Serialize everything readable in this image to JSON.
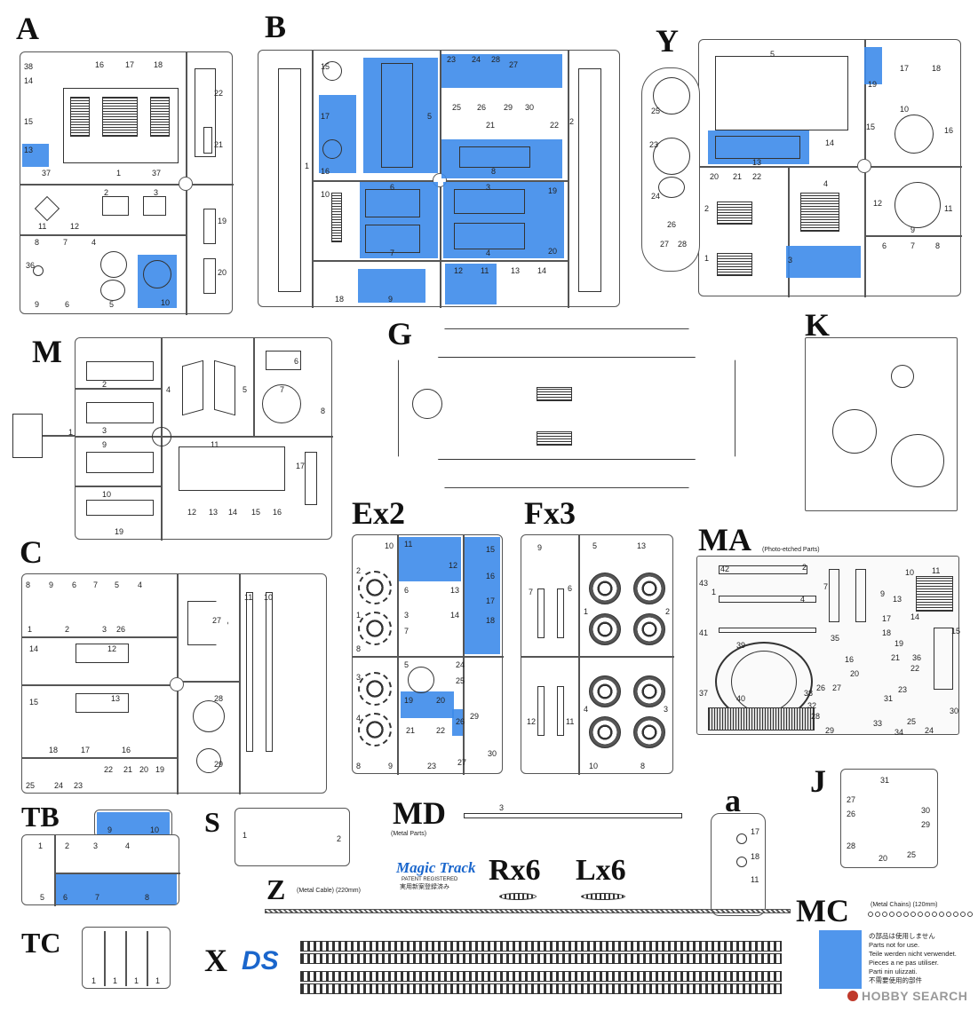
{
  "labels": {
    "A": "A",
    "B": "B",
    "Y": "Y",
    "M": "M",
    "G": "G",
    "K": "K",
    "C": "C",
    "Ex2": "Ex2",
    "Fx3": "Fx3",
    "MA": "MA",
    "TB": "TB",
    "S": "S",
    "MD": "MD",
    "a": "a",
    "J": "J",
    "Z": "Z",
    "Rx6": "Rx6",
    "Lx6": "Lx6",
    "MC": "MC",
    "TC": "TC",
    "X": "X"
  },
  "sublabels": {
    "MA": "(Photo-etched Parts)",
    "MD": "(Metal Parts)",
    "Z": "(Metal Cable) (220mm)",
    "MC": "(Metal Chains) (120mm)"
  },
  "logos": {
    "magic_track": "Magic Track",
    "magic_track_sub1": "PATENT REGISTERED",
    "magic_track_sub2": "実用新案登録済み",
    "ds": "DS",
    "watermark": "HOBBY SEARCH"
  },
  "legend": {
    "lines": [
      "の部品は使用しません",
      "Parts not for use.",
      "Teile werden nicht verwendet.",
      "Pieces a ne pas utiliser.",
      "Parti nin ulizzati.",
      "不需要使用的部件"
    ],
    "color": "#3d8bea"
  },
  "part_numbers": {
    "A": [
      "38",
      "14",
      "16",
      "17",
      "18",
      "22",
      "15",
      "21",
      "13",
      "37",
      "1",
      "37",
      "2",
      "3",
      "11",
      "12",
      "19",
      "8",
      "7",
      "4",
      "36",
      "20",
      "9",
      "6",
      "5",
      "10"
    ],
    "B": [
      "15",
      "17",
      "16",
      "5",
      "23",
      "24",
      "28",
      "27",
      "25",
      "26",
      "29",
      "30",
      "21",
      "22",
      "8",
      "1",
      "2",
      "10",
      "6",
      "7",
      "3",
      "19",
      "4",
      "20",
      "9",
      "18",
      "12",
      "11",
      "13",
      "14"
    ],
    "Y": [
      "25",
      "23",
      "24",
      "5",
      "19",
      "17",
      "18",
      "10",
      "15",
      "16",
      "13",
      "14",
      "20",
      "21",
      "22",
      "2",
      "4",
      "12",
      "11",
      "9",
      "1",
      "26",
      "27",
      "28",
      "3",
      "6",
      "7",
      "8"
    ],
    "M": [
      "2",
      "4",
      "5",
      "6",
      "7",
      "8",
      "3",
      "1",
      "9",
      "11",
      "17",
      "10",
      "12",
      "13",
      "14",
      "15",
      "16",
      "19"
    ],
    "C": [
      "8",
      "9",
      "6",
      "7",
      "5",
      "4",
      "3",
      "1",
      "2",
      "26",
      "27",
      "11",
      "10",
      "14",
      "12",
      "15",
      "13",
      "28",
      "18",
      "17",
      "16",
      "22",
      "21",
      "20",
      "19",
      "25",
      "24",
      "23",
      "29"
    ],
    "Ex2": [
      "10",
      "11",
      "12",
      "15",
      "2",
      "6",
      "16",
      "13",
      "1",
      "3",
      "14",
      "17",
      "18",
      "7",
      "8",
      "5",
      "24",
      "25",
      "3",
      "19",
      "20",
      "4",
      "21",
      "22",
      "26",
      "29",
      "8",
      "9",
      "23",
      "27",
      "30"
    ],
    "Fx3": [
      "9",
      "5",
      "13",
      "7",
      "6",
      "1",
      "2",
      "4",
      "3",
      "12",
      "11",
      "10",
      "8"
    ],
    "MA": [
      "42",
      "2",
      "10",
      "11",
      "43",
      "1",
      "4",
      "7",
      "9",
      "13",
      "15",
      "41",
      "17",
      "35",
      "18",
      "19",
      "39",
      "36",
      "22",
      "16",
      "21",
      "37",
      "40",
      "38",
      "20",
      "26",
      "27",
      "23",
      "31",
      "32",
      "28",
      "30",
      "25",
      "33",
      "24",
      "29",
      "34",
      "14"
    ],
    "TB": [
      "9",
      "10",
      "1",
      "2",
      "3",
      "4",
      "5",
      "6",
      "7",
      "8"
    ],
    "S": [
      "1",
      "2"
    ],
    "MD": [
      "3"
    ],
    "a": [
      "17",
      "18",
      "11"
    ],
    "J": [
      "31",
      "27",
      "30",
      "26",
      "29",
      "28",
      "20",
      "25"
    ],
    "TC": [
      "1",
      "1",
      "1",
      "1"
    ]
  }
}
